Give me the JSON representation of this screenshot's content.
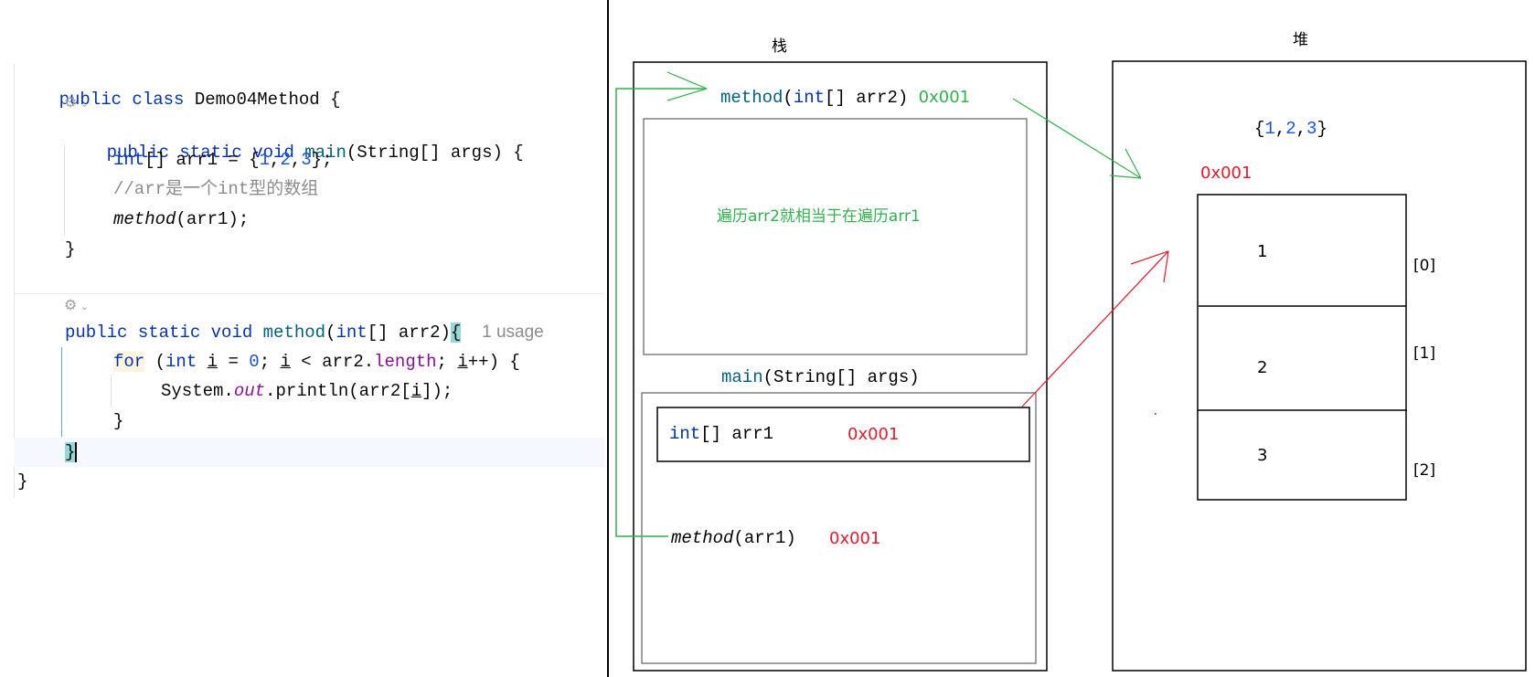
{
  "editor": {
    "lines": {
      "class_decl": {
        "kw": "public class",
        "name": "Demo04Method",
        "brace": "{"
      },
      "main_decl": {
        "kw": "public static void",
        "fn": "main",
        "params": "(String[] args) {"
      },
      "arr_decl": {
        "type": "int",
        "rest_a": "[] arr1 = {",
        "n1": "1",
        "c1": ",",
        "n2": "2",
        "c2": ",",
        "n3": "3",
        "end": "};"
      },
      "comment": "//arr是一个int型的数组",
      "call": {
        "fn": "method",
        "args": "(arr1);"
      },
      "main_close": "}",
      "method_decl": {
        "kw": "public static void",
        "fn": "method",
        "open": "(",
        "type": "int",
        "rest": "[] arr2)",
        "brace": "{",
        "usage_hint": "1 usage"
      },
      "for_line": {
        "kw": "for",
        "a": " (",
        "type": "int",
        "b": " ",
        "i1": "i",
        "c": " = ",
        "zero": "0",
        "d": "; ",
        "i2": "i",
        "e": " < arr2.",
        "field": "length",
        "f": "; ",
        "i3": "i",
        "g": "++) {"
      },
      "println": {
        "a": "System.",
        "field": "out",
        "b": ".println(arr2[",
        "i": "i",
        "c": "]);"
      },
      "for_close": "}",
      "method_close": "}",
      "class_close": "}"
    },
    "gutter_icon": "implements-method-icon"
  },
  "diagram": {
    "stack": {
      "title": "栈",
      "method_frame": {
        "fn": "method",
        "open": "(",
        "type": "int",
        "rest": "[] arr2)",
        "address": "0x001",
        "note": "遍历arr2就相当于在遍历arr1"
      },
      "main_frame": {
        "fn": "main",
        "rest": "(String[] args)",
        "var_type": "int",
        "var_rest": "[] arr1",
        "var_address": "0x001",
        "call_fn": "method",
        "call_args": "(arr1)",
        "call_address": "0x001"
      }
    },
    "heap": {
      "title": "堆",
      "literal": {
        "open": "{",
        "n1": "1",
        "c1": ",",
        "n2": "2",
        "c2": ",",
        "n3": "3",
        "close": "}"
      },
      "address": "0x001",
      "cells": [
        {
          "value": "1",
          "index": "[0]"
        },
        {
          "value": "2",
          "index": "[1]"
        },
        {
          "value": "3",
          "index": "[2]"
        }
      ]
    },
    "colors": {
      "arrow_green": "#2eb34a",
      "arrow_red": "#e8192b"
    }
  }
}
